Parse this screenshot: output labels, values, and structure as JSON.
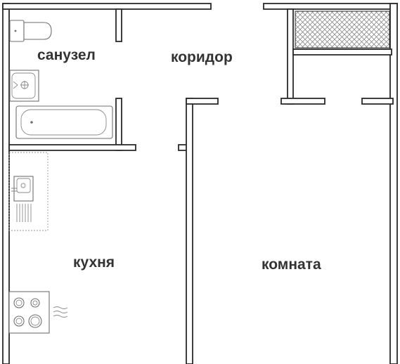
{
  "floor_plan": {
    "colors": {
      "wall_outline": "#2a2a2a",
      "balcony_hatch": "#8a8a8a",
      "fixture_outline": "#6f6f6f",
      "label_text": "#333333"
    },
    "rooms": {
      "bathroom": "санузел",
      "corridor": "коридор",
      "kitchen": "кухня",
      "living_room": "комната"
    },
    "fixtures": [
      "toilet-icon",
      "washbasin-icon",
      "bathtub-icon",
      "kitchen-sink-icon",
      "stove-icon"
    ]
  }
}
